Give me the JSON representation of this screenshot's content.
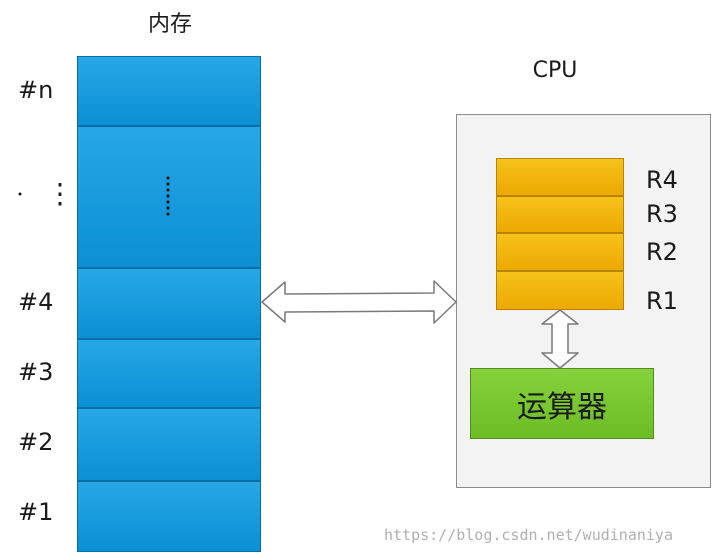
{
  "memory": {
    "title": "内存",
    "labels": [
      "#n",
      "⋮",
      "#4",
      "#3",
      "#2",
      "#1"
    ]
  },
  "cpu": {
    "title": "CPU",
    "registers": [
      "R4",
      "R3",
      "R2",
      "R1"
    ],
    "alu_label": "运算器"
  },
  "watermark": "https://blog.csdn.net/wudinaniya",
  "colors": {
    "memory_fill": "#1a9de0",
    "register_fill": "#f2b70b",
    "alu_fill": "#77c631",
    "cpu_box_fill": "#f3f3f3"
  }
}
